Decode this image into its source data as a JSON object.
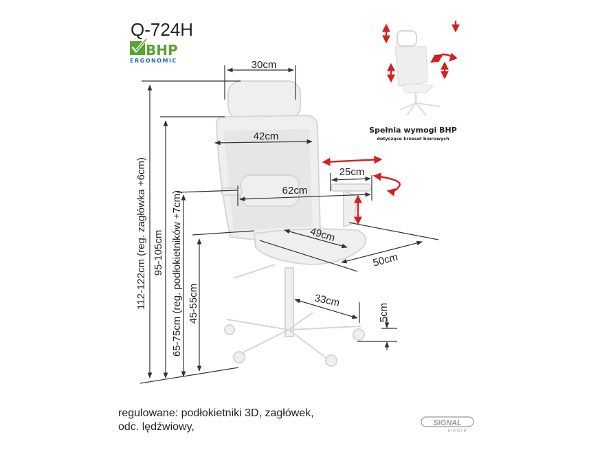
{
  "title": "Q-724H",
  "logo": {
    "text": "BHP",
    "subtext": "ERGONOMIC",
    "colors": {
      "green": "#5aa332",
      "blue": "#1f6fa8"
    }
  },
  "bhp_note": {
    "title": "Spełnia wymogi BHP",
    "subtitle": "dotyczące krzeseł biurowych"
  },
  "dimensions": {
    "headrest_width": "30cm",
    "backrest_width": "42cm",
    "armrest_span": "62cm",
    "armrest_length": "25cm",
    "seat_depth": "49cm",
    "seat_width": "50cm",
    "base_radius": "33cm",
    "caster_height": "5cm",
    "total_height": "112-122cm (reg. zagłówka +6cm)",
    "backrest_height": "95-105cm",
    "armrest_height": "65-75cm (reg. podłokietników +7cm)",
    "seat_height": "45-55cm"
  },
  "note_lines": [
    "regulowane: podłokietniki 3D, zagłówek,",
    "odc. lędźwiowy,"
  ],
  "brand": {
    "name": "SIGNAL",
    "sub": "meble"
  },
  "accent_color": "#d42020"
}
